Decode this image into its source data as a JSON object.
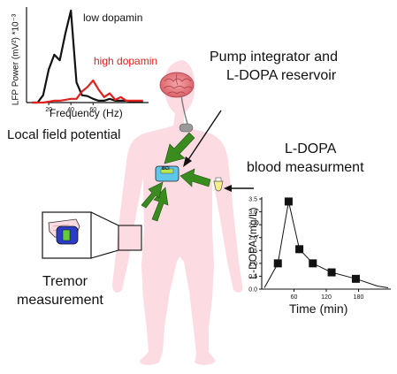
{
  "labels": {
    "pump": [
      "Pump integrator and",
      "L-DOPA reservoir"
    ],
    "lfp": "Local field potential",
    "ldopa": [
      "L-DOPA",
      "blood measurment"
    ],
    "tremor": [
      "Tremor",
      "measurement"
    ],
    "device_text": "BCI"
  },
  "colors": {
    "body": "#fcdbe3",
    "low": "#111111",
    "high": "#e0211f",
    "arrow": "#3a8c1e",
    "brain": "#e8797f",
    "device": "#5fc7ea"
  },
  "chart_data": [
    {
      "type": "line",
      "title": "",
      "xlabel": "Frequency (Hz)",
      "ylabel": "LFP Power (mV²) *10⁻³",
      "xticks": [
        20,
        40,
        60
      ],
      "xlim": [
        0,
        110
      ],
      "ylim": [
        0,
        1
      ],
      "series": [
        {
          "name": "low dopamin",
          "x": [
            5,
            10,
            15,
            20,
            25,
            30,
            35,
            40,
            45,
            50,
            55,
            60,
            65,
            70,
            75,
            80,
            85,
            90,
            95,
            100,
            105
          ],
          "values": [
            0.0,
            0.0,
            0.08,
            0.36,
            0.52,
            0.46,
            0.75,
            1.0,
            0.22,
            0.08,
            0.07,
            0.04,
            0.02,
            0.02,
            0.04,
            0.02,
            0.02,
            0.02,
            0.01,
            0.01,
            0.01
          ]
        },
        {
          "name": "high dopamin",
          "x": [
            5,
            10,
            15,
            20,
            25,
            30,
            35,
            40,
            45,
            50,
            55,
            60,
            65,
            70,
            75,
            80,
            85,
            90,
            95,
            100,
            105
          ],
          "values": [
            0.0,
            0.0,
            0.0,
            0.01,
            0.02,
            0.02,
            0.03,
            0.04,
            0.04,
            0.12,
            0.17,
            0.24,
            0.14,
            0.06,
            0.1,
            0.03,
            0.06,
            0.02,
            0.02,
            0.02,
            0.02
          ]
        }
      ]
    },
    {
      "type": "line",
      "title": "",
      "xlabel": "Time (min)",
      "ylabel": "L-DOPA (mg/L)",
      "xticks": [
        60,
        120,
        180
      ],
      "yticks": [
        "0.0",
        "0.5",
        "1.0",
        "1.5",
        "2.0",
        "2.5",
        "3.0",
        "3.5"
      ],
      "xlim": [
        0,
        240
      ],
      "ylim": [
        0,
        3.5
      ],
      "series": [
        {
          "name": "",
          "x": [
            30,
            50,
            70,
            95,
            130,
            175
          ],
          "values": [
            1.0,
            3.4,
            1.55,
            1.0,
            0.65,
            0.4
          ]
        }
      ]
    }
  ]
}
